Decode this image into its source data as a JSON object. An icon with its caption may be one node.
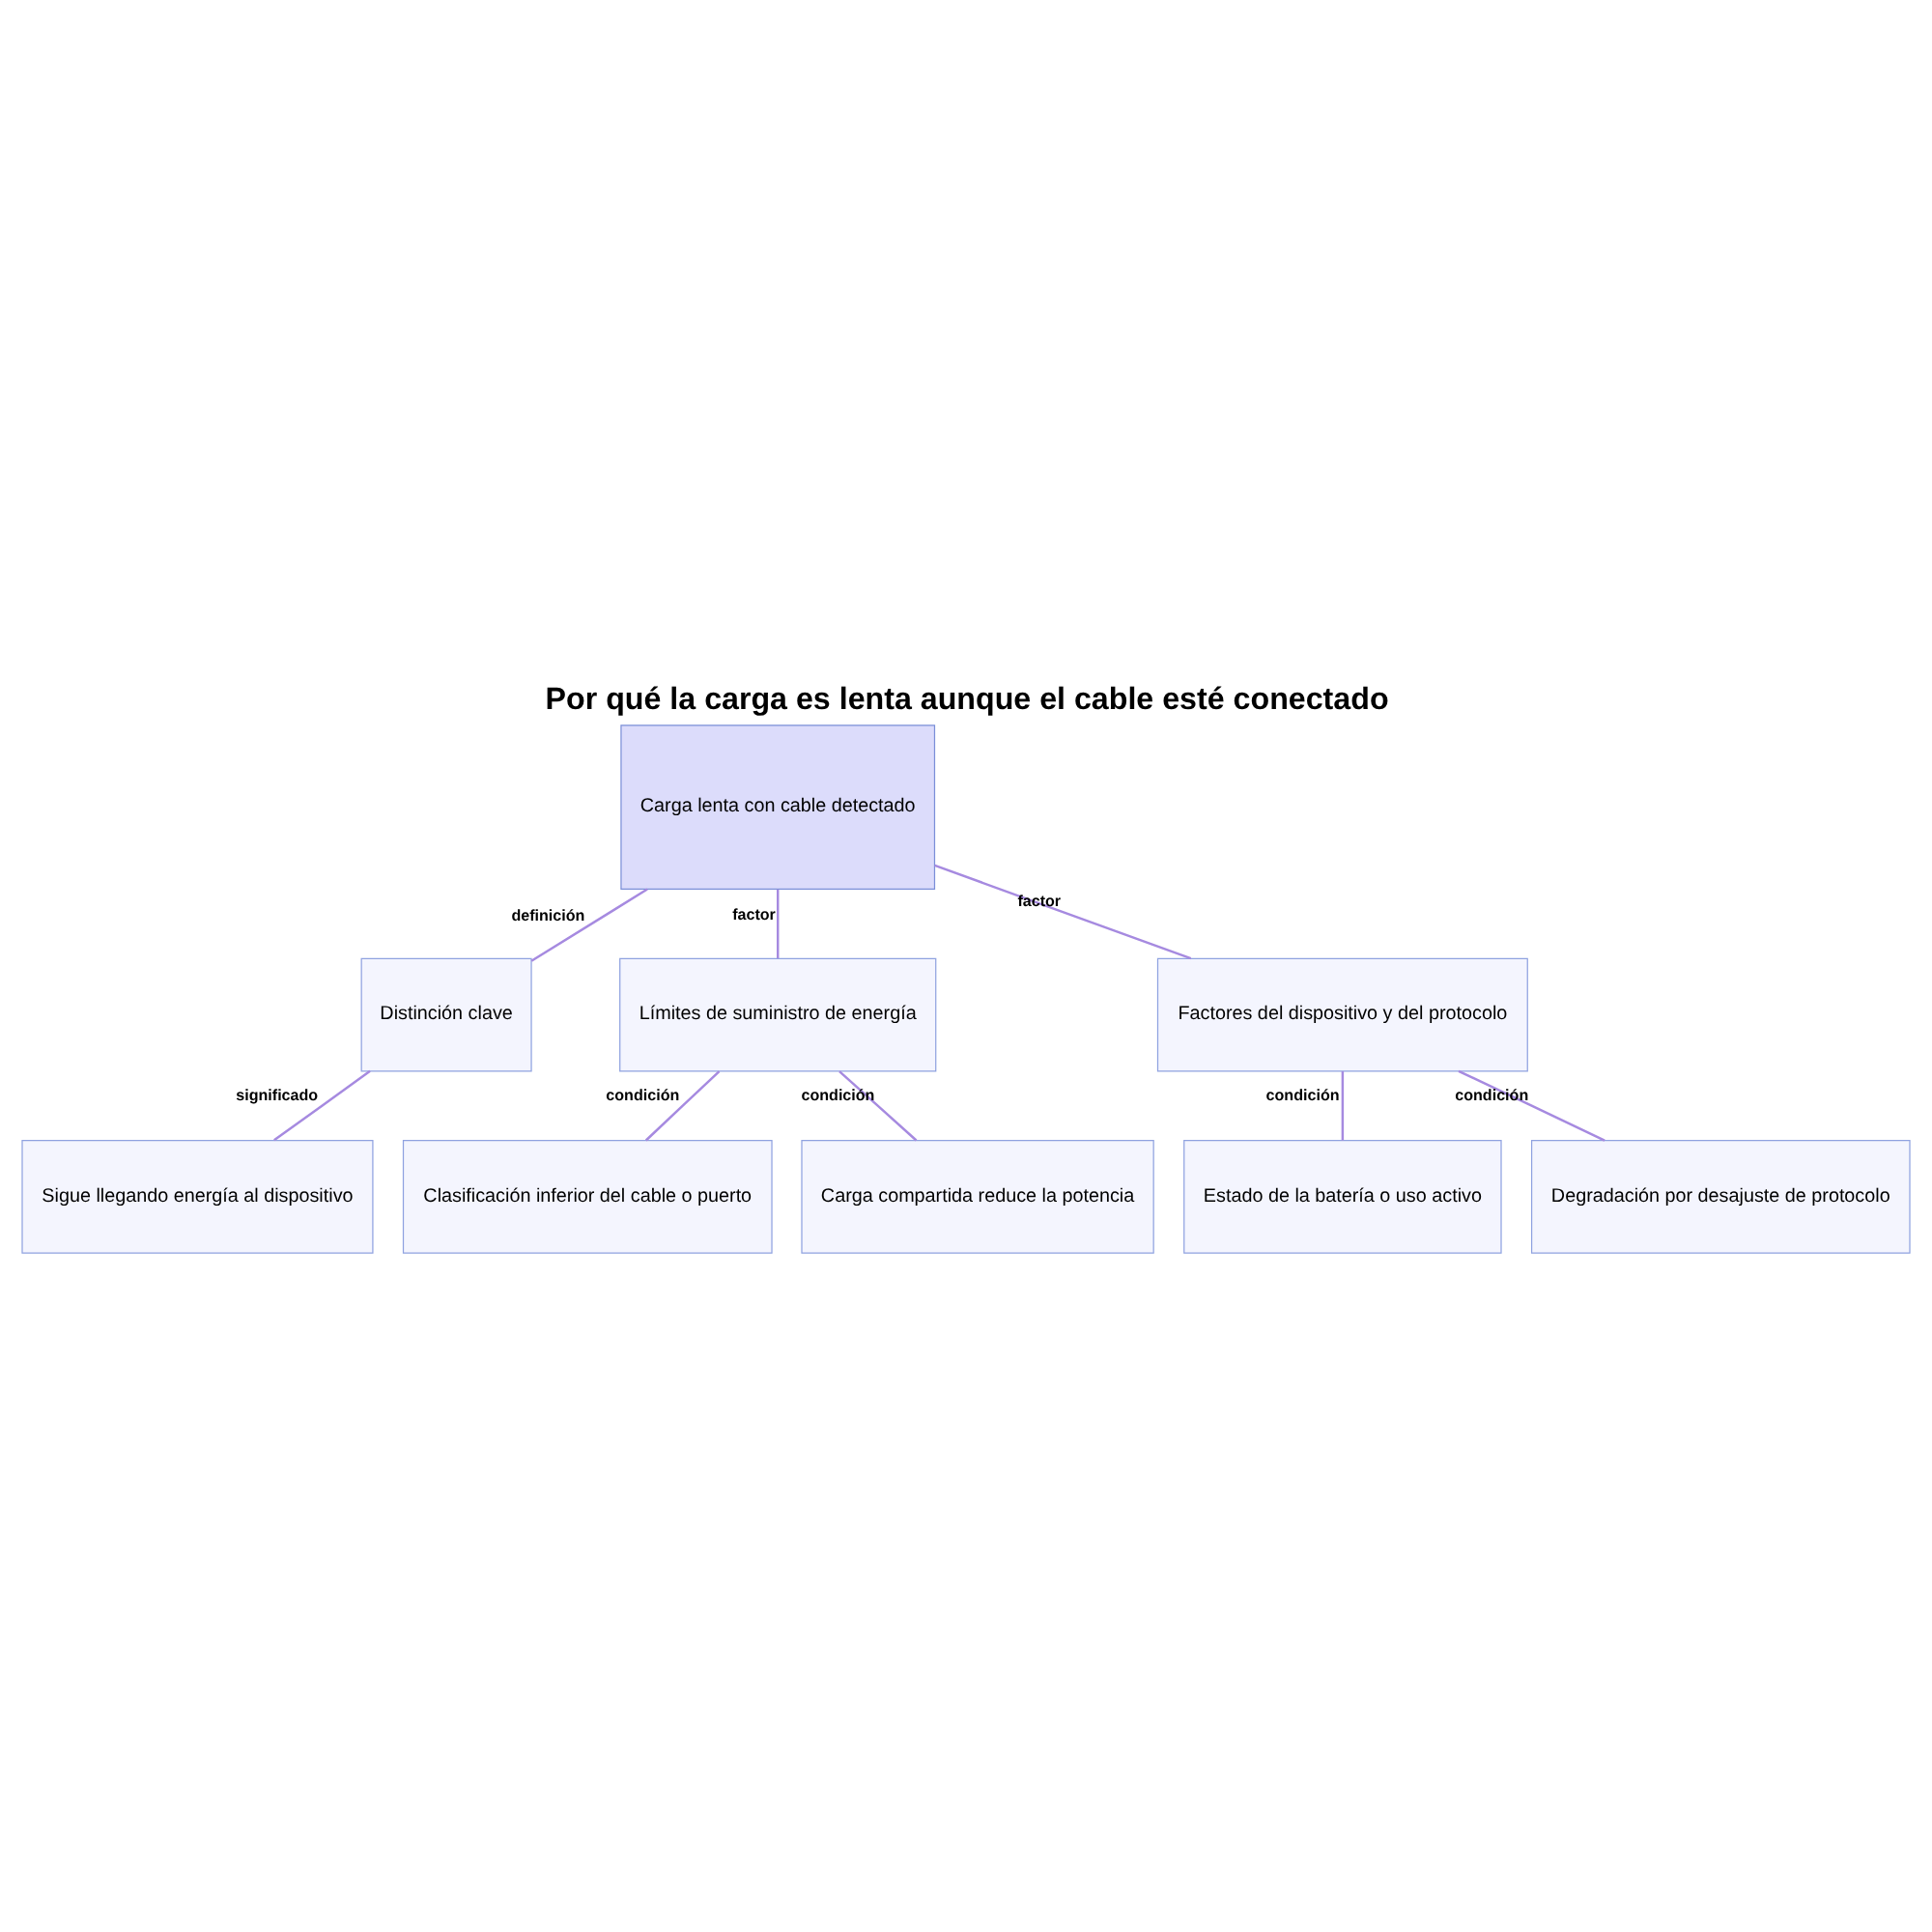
{
  "diagram": {
    "title": "Por qué la carga es lenta aunque el cable esté conectado",
    "nodes": [
      {
        "text": [
          "Carga lenta con cable detectado"
        ]
      },
      {
        "text": [
          "Distinción clave"
        ]
      },
      {
        "text": [
          "Límites de suministro de energía"
        ]
      },
      {
        "text": [
          "Factores del dispositivo y del protocolo"
        ]
      },
      {
        "text": [
          "Sigue llegando energía al dispositivo"
        ]
      },
      {
        "text": [
          "Clasificación inferior del cable o puerto"
        ]
      },
      {
        "text": [
          "Carga compartida reduce la potencia"
        ]
      },
      {
        "text": [
          "Estado de la batería o uso activo"
        ]
      },
      {
        "text": [
          "Degradación por desajuste de protocolo"
        ]
      }
    ],
    "edges": [
      {
        "from": 0,
        "to": 1,
        "arrow": "none",
        "label": "definición"
      },
      {
        "from": 0,
        "to": 2,
        "arrow": "none",
        "label": "factor"
      },
      {
        "from": 0,
        "to": 3,
        "arrow": "none",
        "label": "factor"
      },
      {
        "from": 1,
        "to": 4,
        "arrow": "none",
        "label": "significado"
      },
      {
        "from": 2,
        "to": 5,
        "arrow": "none",
        "label": "condición"
      },
      {
        "from": 2,
        "to": 6,
        "arrow": "none",
        "label": "condición"
      },
      {
        "from": 3,
        "to": 7,
        "arrow": "none",
        "label": "condición"
      },
      {
        "from": 3,
        "to": 8,
        "arrow": "none",
        "label": "condición"
      }
    ]
  }
}
